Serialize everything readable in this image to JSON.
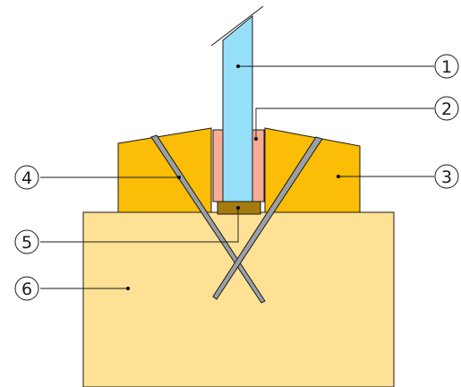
{
  "colors": {
    "background": "#ffffff",
    "base_block": "#fee194",
    "cap_block": "#fbbd05",
    "post": "#95dff9",
    "sleeve": "#f8ab95",
    "bottom_plug": "#a57b11",
    "nail": "#9aa0a6",
    "outline": "#1a1a1a"
  },
  "callouts": [
    {
      "id": "1",
      "label": "1"
    },
    {
      "id": "2",
      "label": "2"
    },
    {
      "id": "3",
      "label": "3"
    },
    {
      "id": "4",
      "label": "4"
    },
    {
      "id": "5",
      "label": "5"
    },
    {
      "id": "6",
      "label": "6"
    }
  ]
}
